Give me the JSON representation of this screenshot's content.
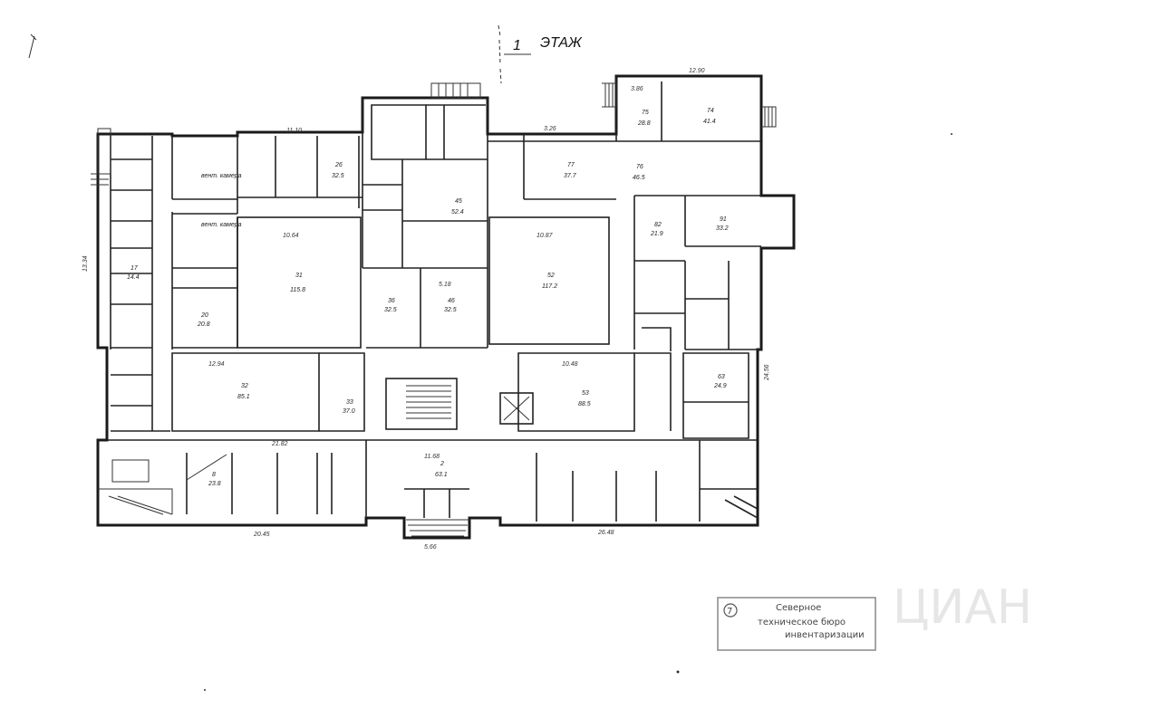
{
  "plan": {
    "floor_label_number": "1",
    "floor_label_word": "ЭТАЖ",
    "rooms": [
      {
        "no": "31",
        "area": "115.8"
      },
      {
        "no": "52",
        "area": "117.2"
      },
      {
        "no": "32",
        "area": "85.1"
      },
      {
        "no": "53",
        "area": "88.5"
      },
      {
        "no": "45",
        "area": "52.4"
      },
      {
        "no": "46",
        "area": "32.5"
      },
      {
        "no": "36",
        "area": "32.5"
      },
      {
        "no": "74",
        "area": "41.4"
      },
      {
        "no": "91",
        "area": "33.2"
      },
      {
        "no": "33",
        "area": "37.0"
      },
      {
        "no": "2",
        "area": "63.1"
      },
      {
        "no": "75",
        "area": "28.8"
      },
      {
        "no": "26",
        "area": "32.5"
      },
      {
        "no": "77",
        "area": "37.7"
      },
      {
        "no": "76",
        "area": "46.5"
      },
      {
        "no": "82",
        "area": "21.9"
      },
      {
        "no": "63",
        "area": "24.9"
      },
      {
        "no": "8",
        "area": "23.8"
      },
      {
        "no": "20",
        "area": "20.8"
      },
      {
        "no": "17",
        "area": "14.4"
      }
    ],
    "dimensions": {
      "top_11_10": "11.10",
      "top_12_90": "12.90",
      "top_3_26": "3.26",
      "room31_width": "10.64",
      "room52_width": "10.87",
      "room32_width": "12.94",
      "room53_width": "10.48",
      "lower_21_82": "21.82",
      "lower_11_68": "11.68",
      "bottom_20_45": "20.45",
      "bottom_26_48": "26.48",
      "bottom_5_66": "5.66",
      "left_13_34": "13.34",
      "right_24_56": "24.56",
      "door_3_86": "3.86",
      "door_5_18": "5.18"
    },
    "special_rooms": {
      "vent_chamber_top": "вент. камера",
      "vent_chamber_mid": "вент. камера"
    }
  },
  "stamp": {
    "number": "7",
    "line1": "Северное",
    "line2": "техническое бюро",
    "line3": "инвентаризации"
  },
  "watermark": {
    "text": "ЦИАН"
  }
}
